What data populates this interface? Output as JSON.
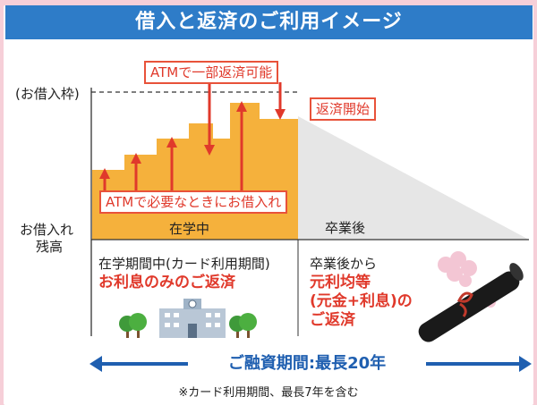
{
  "title": "借入と返済のご利用イメージ",
  "y_labels": {
    "limit": "(お借入枠)",
    "balance_line1": "お借入れ",
    "balance_line2": "残高"
  },
  "callouts": {
    "partial_repay": "ATMで一部返済可能",
    "repay_start": "返済開始",
    "borrow_anytime": "ATMで必要なときにお借入れ"
  },
  "phases": {
    "in_school": "在学中",
    "after_graduation": "卒業後"
  },
  "notes": {
    "school_line1": "在学期間中(カード利用期間)",
    "school_line2": "お利息のみのご返済",
    "grad_line1": "卒業後から",
    "grad_line2": "元利均等",
    "grad_line3": "(元金+利息)の",
    "grad_line4": "ご返済"
  },
  "period": "ご融資期間:最長20年",
  "footnote": "※カード利用期間、最長7年を含む",
  "colors": {
    "header_blue": "#2e7cc8",
    "bar_orange": "#f5b13c",
    "accent_red": "#e0392b",
    "arrow_blue": "#1f5fb0",
    "background_pink": "#f6cfd8"
  }
}
